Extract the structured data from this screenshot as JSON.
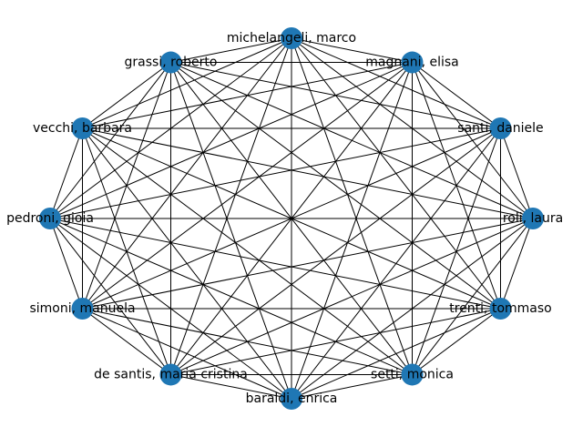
{
  "graph": {
    "type": "complete",
    "node_color": "#1f77b4",
    "edge_color": "#000000",
    "nodes": [
      "michelangeli, marco",
      "grassi, roberto",
      "vecchi, barbara",
      "pedroni, gioia",
      "simoni, manuela",
      "de santis, maria cristina",
      "baraldi, enrica",
      "setti, monica",
      "trenti, tommaso",
      "roli, laura",
      "santi, daniele",
      "magnani, elisa"
    ]
  }
}
